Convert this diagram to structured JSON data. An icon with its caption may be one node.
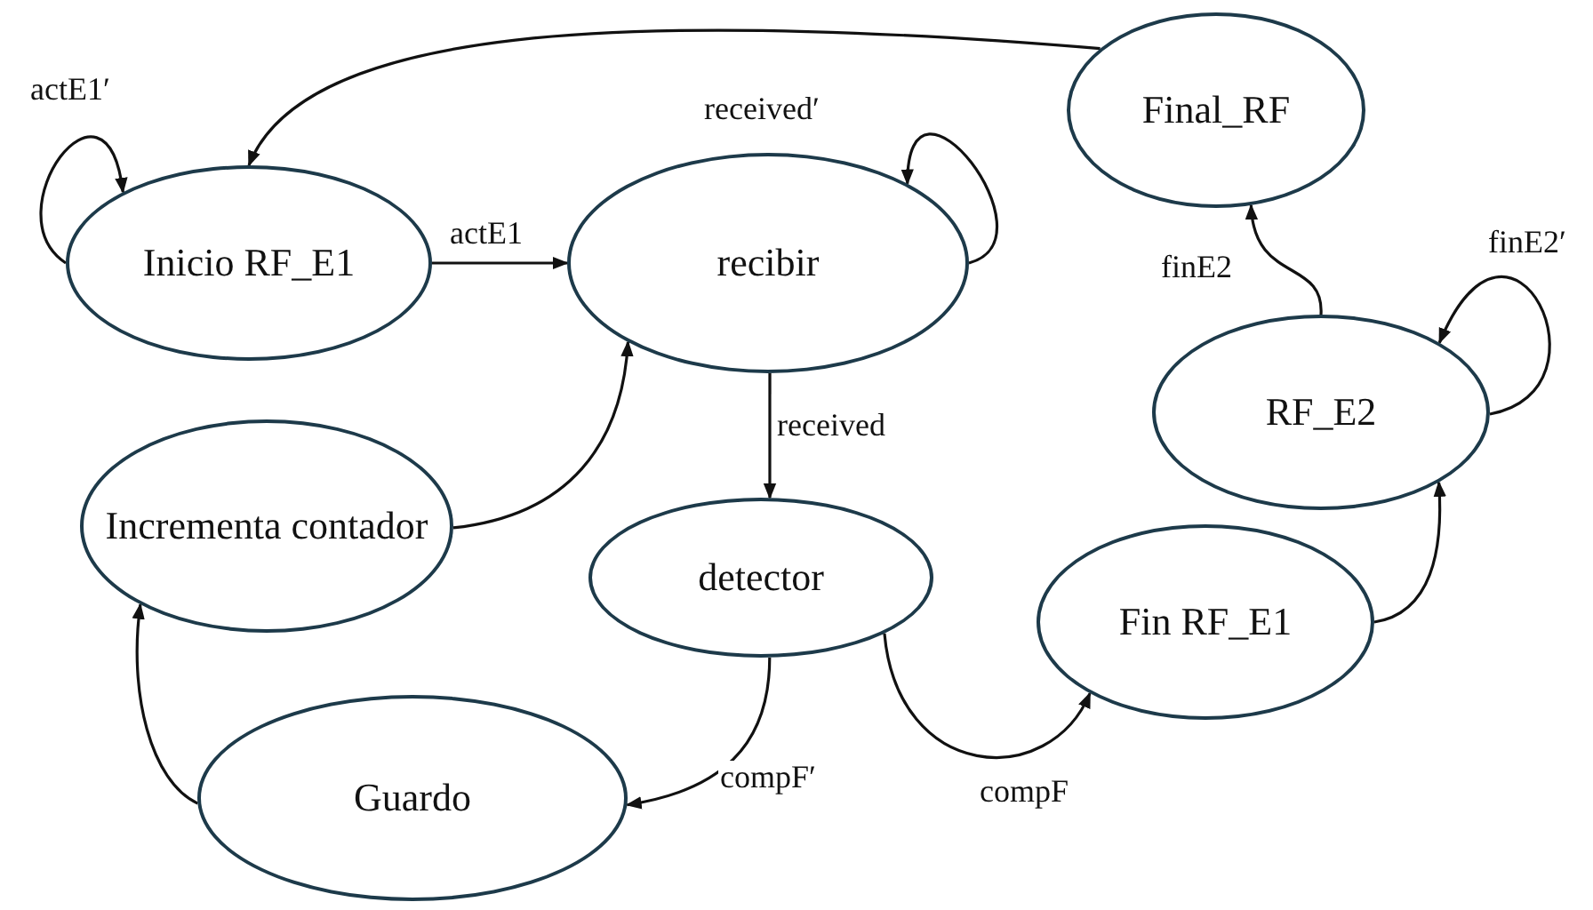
{
  "diagram": {
    "nodes": [
      {
        "text": [
          "Final_RF"
        ]
      },
      {
        "text": [
          "Inicio RF_E1"
        ]
      },
      {
        "text": [
          "recibir"
        ]
      },
      {
        "text": [
          "RF_E2"
        ]
      },
      {
        "text": [
          "Incrementa contador"
        ]
      },
      {
        "text": [
          "detector"
        ]
      },
      {
        "text": [
          "Fin RF_E1"
        ]
      },
      {
        "text": [
          "Guardo"
        ]
      }
    ],
    "edges": [
      {
        "from": 1,
        "to": 1,
        "arrow": "to",
        "label": "actE1′"
      },
      {
        "from": 0,
        "to": 1,
        "arrow": "to"
      },
      {
        "from": 1,
        "to": 2,
        "arrow": "to",
        "label": "actE1"
      },
      {
        "from": 2,
        "to": 2,
        "arrow": "to",
        "label": "received′"
      },
      {
        "from": 2,
        "to": 5,
        "arrow": "to",
        "label": "received"
      },
      {
        "from": 4,
        "to": 2,
        "arrow": "to"
      },
      {
        "from": 5,
        "to": 7,
        "arrow": "to",
        "label": "compF′"
      },
      {
        "from": 5,
        "to": 6,
        "arrow": "to",
        "label": "compF"
      },
      {
        "from": 7,
        "to": 4,
        "arrow": "to"
      },
      {
        "from": 6,
        "to": 3,
        "arrow": "to"
      },
      {
        "from": 3,
        "to": 0,
        "arrow": "to",
        "label": "finE2"
      },
      {
        "from": 3,
        "to": 3,
        "arrow": "to",
        "label": "finE2′"
      }
    ]
  }
}
